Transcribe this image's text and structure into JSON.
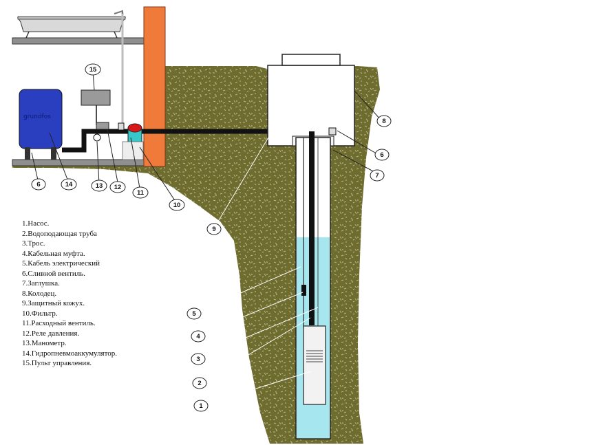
{
  "brand_label": "grundfos",
  "legend": [
    "1.Насос.",
    "2.Водоподающая труба",
    "3.Трос.",
    "4.Кабельная муфта.",
    "5.Кабель электрический",
    "6.Сливной вентиль.",
    "7.Заглушка.",
    "8.Колодец.",
    "9.Защитный кожух.",
    "10.Фильтр.",
    "11.Расходный вентиль.",
    "12.Реле давления.",
    "13.Манометр.",
    "14.Гидропневмоаккумулятор.",
    "15.Пульт управления."
  ],
  "markers": {
    "m1": "1",
    "m2": "2",
    "m3": "3",
    "m4": "4",
    "m5": "5",
    "m6a": "6",
    "m6b": "6",
    "m7": "7",
    "m8": "8",
    "m9": "9",
    "m10": "10",
    "m11": "11",
    "m12": "12",
    "m13": "13",
    "m14": "14",
    "m15": "15"
  },
  "colors": {
    "soil": "#6d6a2e",
    "soil_speck": "#a9a97a",
    "wall": "#f07a3a",
    "water": "#a6e6ee",
    "tank": "#2a3fbf",
    "pipe": "#111111"
  }
}
